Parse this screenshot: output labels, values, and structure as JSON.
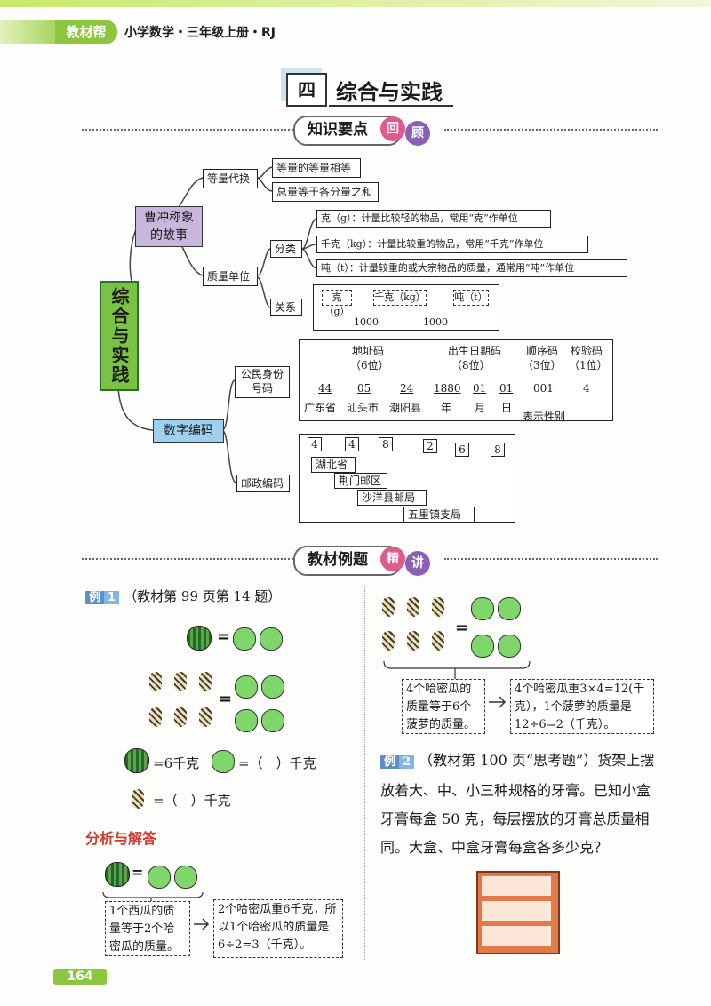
{
  "header": {
    "brand": "教材帮",
    "subject": "小学数学・三年级上册・RJ"
  },
  "chapter": {
    "number": "四",
    "title": "综合与实践"
  },
  "sections": {
    "review": {
      "title": "知识要点",
      "badge1": "回",
      "badge2": "顾"
    },
    "examples": {
      "title": "教材例题",
      "badge1": "精",
      "badge2": "讲"
    }
  },
  "mindmap": {
    "root": "综合与实践",
    "story": "曹冲称象的故事",
    "branch_sub": "等量代换",
    "sub_items": [
      "等量的等量相等",
      "总量等于各分量之和"
    ],
    "branch_mass": "质量单位",
    "classify": "分类",
    "units": [
      "克（g）：计量比较轻的物品，常用“克”作单位",
      "千克（kg）：计量比较重的物品，常用“千克”作单位",
      "吨（t）：计量较重的或大宗物品的质量，通常用“吨”作单位"
    ],
    "relation": "关系",
    "relation_units": [
      "克（g）",
      "千克（kg）",
      "吨（t）"
    ],
    "relation_rates": [
      "1000",
      "1000"
    ],
    "coding": "数字编码",
    "id_card": "公民身份号码",
    "id_groups": [
      "地址码",
      "（6位）",
      "出生日期码",
      "（8位）",
      "顺序码",
      "（3位）",
      "校验码",
      "（1位）"
    ],
    "id_digits": [
      "44",
      "05",
      "24",
      "1880",
      "01",
      "01",
      "001",
      "4"
    ],
    "id_meanings": [
      "广东省",
      "汕头市",
      "潮阳县",
      "年",
      "月",
      "日"
    ],
    "gender_note": "表示性别",
    "postal": "邮政编码",
    "postal_digits": [
      "4",
      "4",
      "8",
      "2",
      "6",
      "8"
    ],
    "postal_levels": [
      "湖北省",
      "荆门邮区",
      "沙洋县邮局",
      "五里镇支局"
    ]
  },
  "example1": {
    "label": "例",
    "num": "1",
    "source": "（教材第 99 页第 14 题）",
    "eq1": "=6千克",
    "eq2": "=（　）千克",
    "eq3": "=（　）千克",
    "equals": "=",
    "analysis": "分析与解答",
    "box1": "1个西瓜的质量等于2个哈密瓜的质量。",
    "box2": "2个哈密瓜重6千克，所以1个哈密瓜的质量是6÷2=3（千克）。",
    "box3": "4个哈密瓜的质量等于6个菠萝的质量。",
    "box4": "4个哈密瓜重3×4=12(千克），1个菠萝的质量是12÷6=2（千克）。"
  },
  "example2": {
    "label": "例",
    "num": "2",
    "text": "（教材第 100 页“思考题”）货架上摆放着大、中、小三种规格的牙膏。已知小盒牙膏每盒 50 克，每层摆放的牙膏总质量相同。大盒、中盒牙膏每盒各多少克？"
  },
  "footer": {
    "page": "164"
  },
  "colors": {
    "accent": "#8cc63f",
    "purple": "#c9b6dd",
    "blue": "#9fd0f0",
    "red": "#d23a2f"
  }
}
